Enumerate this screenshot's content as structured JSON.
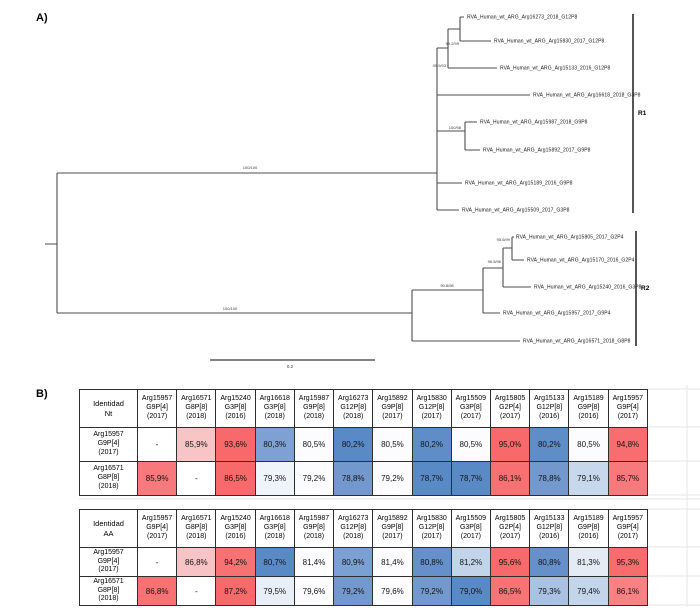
{
  "panel_a": {
    "label": "A)",
    "taxa": [
      {
        "label": "RVA_Human_wt_ARG_Arg16273_2018_G12P8",
        "color": "#161616"
      },
      {
        "label": "RVA_Human_wt_ARG_Arg15830_2017_G12P8",
        "color": "#161616"
      },
      {
        "label": "RVA_Human_wt_ARG_Arg15133_2016_G12P8",
        "color": "#161616"
      },
      {
        "label": "RVA_Human_wt_ARG_Arg16618_2018_G3P8",
        "color": "#161616"
      },
      {
        "label": "RVA_Human_wt_ARG_Arg15987_2018_G9P8",
        "color": "#161616"
      },
      {
        "label": "RVA_Human_wt_ARG_Arg15892_2017_G9P8",
        "color": "#161616"
      },
      {
        "label": "RVA_Human_wt_ARG_Arg15189_2016_G9P8",
        "color": "#161616"
      },
      {
        "label": "RVA_Human_wt_ARG_Arg15509_2017_G3P8",
        "color": "#161616"
      },
      {
        "label": "RVA_Human_wt_ARG_Arg15805_2017_G2P4",
        "color": "#161616"
      },
      {
        "label": "RVA_Human_wt_ARG_Arg15170_2016_G2P4",
        "color": "#161616"
      },
      {
        "label": "RVA_Human_wt_ARG_Arg15240_2016_G3P8",
        "color": "#161616"
      },
      {
        "label": "RVA_Human_wt_ARG_Arg15957_2017_G9P4",
        "color": "#e50000"
      },
      {
        "label": "RVA_Human_wt_ARG_Arg16571_2018_G8P8",
        "color": "#e50000"
      }
    ],
    "bootstraps": [
      "99.2/99",
      "95.9/93",
      "100/98",
      "100/100",
      "95.6/99",
      "96.5/96",
      "99.8/98",
      "100/100"
    ],
    "clusters": [
      {
        "name": "R1"
      },
      {
        "name": "R2"
      }
    ],
    "scale_label": "0.2"
  },
  "panel_b": {
    "label": "B)",
    "scale_colors": {
      "high": "#F8696B",
      "mid": "#FCFCFF",
      "low": "#5A8AC6"
    },
    "tables": [
      {
        "corner": "Identidad\nNt",
        "columns": [
          "Arg15957\nG9P[4]\n(2017)",
          "Arg16571\nG8P[8]\n(2018)",
          "Arg15240\nG3P[8]\n(2016)",
          "Arg16618\nG3P[8]\n(2018)",
          "Arg15987\nG9P[8]\n(2018)",
          "Arg16273\nG12P[8]\n(2018)",
          "Arg15892\nG9P[8]\n(2017)",
          "Arg15830\nG12P[8]\n(2017)",
          "Arg15509\nG3P[8]\n(2017)",
          "Arg15805\nG2P[4]\n(2017)",
          "Arg15133\nG12P[8]\n(2016)",
          "Arg15189\nG9P[8]\n(2016)",
          "Arg15957\nG9P[4]\n(2017)"
        ],
        "rows": [
          {
            "header": "Arg15957\nG9P[4]\n(2017)",
            "cells": [
              {
                "v": "-",
                "bg": "#FFFFFF"
              },
              {
                "v": "85,9%",
                "bg": "#F8C5C6"
              },
              {
                "v": "93,6%",
                "bg": "#F8696B"
              },
              {
                "v": "80,3%",
                "bg": "#7FA0D2"
              },
              {
                "v": "80,5%",
                "bg": "#FCFCFF"
              },
              {
                "v": "80,2%",
                "bg": "#5A8AC6"
              },
              {
                "v": "80,5%",
                "bg": "#FCFCFF"
              },
              {
                "v": "80,2%",
                "bg": "#5F8DC8"
              },
              {
                "v": "80,5%",
                "bg": "#FCFCFF"
              },
              {
                "v": "95,0%",
                "bg": "#F8696B"
              },
              {
                "v": "80,2%",
                "bg": "#5F8DC8"
              },
              {
                "v": "80,5%",
                "bg": "#FCFCFF"
              },
              {
                "v": "94,8%",
                "bg": "#F86E70"
              }
            ]
          },
          {
            "header": "Arg16571\nG8P[8]\n(2018)",
            "cells": [
              {
                "v": "85,9%",
                "bg": "#F8797B"
              },
              {
                "v": "-",
                "bg": "#FFFFFF"
              },
              {
                "v": "86,5%",
                "bg": "#F8696B"
              },
              {
                "v": "79,3%",
                "bg": "#EFF3FA"
              },
              {
                "v": "79,2%",
                "bg": "#FCFCFF"
              },
              {
                "v": "78,8%",
                "bg": "#7298CE"
              },
              {
                "v": "79,2%",
                "bg": "#FCFCFF"
              },
              {
                "v": "78,7%",
                "bg": "#5A8AC6"
              },
              {
                "v": "78,7%",
                "bg": "#5A8AC6"
              },
              {
                "v": "86,1%",
                "bg": "#F87072"
              },
              {
                "v": "78,8%",
                "bg": "#7298CE"
              },
              {
                "v": "79,1%",
                "bg": "#C7D8EC"
              },
              {
                "v": "85,7%",
                "bg": "#F8797B"
              }
            ]
          }
        ]
      },
      {
        "corner": "Identidad\nAA",
        "columns": [
          "Arg15957\nG9P[4]\n(2017)",
          "Arg16571\nG8P[8]\n(2018)",
          "Arg15240\nG3P[8]\n(2016)",
          "Arg16618\nG3P[8]\n(2018)",
          "Arg15987\nG9P[8]\n(2018)",
          "Arg16273\nG12P[8]\n(2018)",
          "Arg15892\nG9P[8]\n(2017)",
          "Arg15830\nG12P[8]\n(2017)",
          "Arg15509\nG3P[8]\n(2017)",
          "Arg15805\nG2P[4]\n(2017)",
          "Arg15133\nG12P[8]\n(2016)",
          "Arg15189\nG9P[8]\n(2016)",
          "Arg15957\nG9P[4]\n(2017)"
        ],
        "rows": [
          {
            "header": "Arg15957\nG9P[4]\n(2017)",
            "cells": [
              {
                "v": "-",
                "bg": "#FFFFFF"
              },
              {
                "v": "86,8%",
                "bg": "#F8C3C4"
              },
              {
                "v": "94,2%",
                "bg": "#F87173"
              },
              {
                "v": "80,7%",
                "bg": "#5A8AC6"
              },
              {
                "v": "81,4%",
                "bg": "#FCFCFF"
              },
              {
                "v": "80,9%",
                "bg": "#7BA0D3"
              },
              {
                "v": "81,4%",
                "bg": "#FCFCFF"
              },
              {
                "v": "80,8%",
                "bg": "#6690CA"
              },
              {
                "v": "81,2%",
                "bg": "#C2D4EA"
              },
              {
                "v": "95,6%",
                "bg": "#F8696B"
              },
              {
                "v": "80,8%",
                "bg": "#6690CA"
              },
              {
                "v": "81,3%",
                "bg": "#E4EBF5"
              },
              {
                "v": "95,3%",
                "bg": "#F86C6E"
              }
            ]
          },
          {
            "header": "Arg16571\nG8P[8]\n(2018)",
            "cells": [
              {
                "v": "86,8%",
                "bg": "#F87173"
              },
              {
                "v": "-",
                "bg": "#FFFFFF"
              },
              {
                "v": "87,2%",
                "bg": "#F8696B"
              },
              {
                "v": "79,5%",
                "bg": "#E8EEF7"
              },
              {
                "v": "79,6%",
                "bg": "#FCFCFF"
              },
              {
                "v": "79,2%",
                "bg": "#7298CE"
              },
              {
                "v": "79,6%",
                "bg": "#FCFCFF"
              },
              {
                "v": "79,2%",
                "bg": "#7298CE"
              },
              {
                "v": "79,0%",
                "bg": "#5A8AC6"
              },
              {
                "v": "86,5%",
                "bg": "#F87375"
              },
              {
                "v": "79,3%",
                "bg": "#A9C2E1"
              },
              {
                "v": "79,4%",
                "bg": "#C3D5EA"
              },
              {
                "v": "86,1%",
                "bg": "#F88183"
              }
            ]
          }
        ]
      }
    ]
  }
}
